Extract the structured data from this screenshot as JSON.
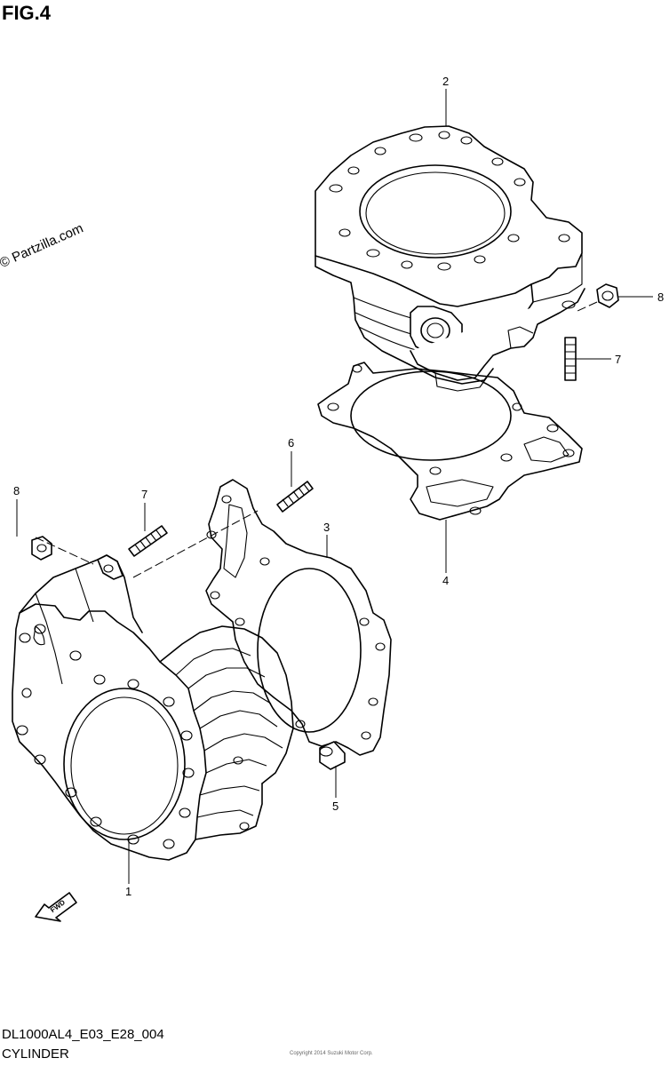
{
  "figure": {
    "title": "FIG.4",
    "watermark": "© Partzilla.com",
    "code": "DL1000AL4_E03_E28_004",
    "caption": "CYLINDER",
    "fine_print": "Copyright 2014 Suzuki Motor Corp."
  },
  "callouts": [
    {
      "id": "c1",
      "label": "1"
    },
    {
      "id": "c2",
      "label": "2"
    },
    {
      "id": "c3",
      "label": "3"
    },
    {
      "id": "c4",
      "label": "4"
    },
    {
      "id": "c5",
      "label": "5"
    },
    {
      "id": "c6",
      "label": "6"
    },
    {
      "id": "c7a",
      "label": "7"
    },
    {
      "id": "c7b",
      "label": "7"
    },
    {
      "id": "c8a",
      "label": "8"
    },
    {
      "id": "c8b",
      "label": "8"
    }
  ],
  "fwd_badge": "FWD"
}
